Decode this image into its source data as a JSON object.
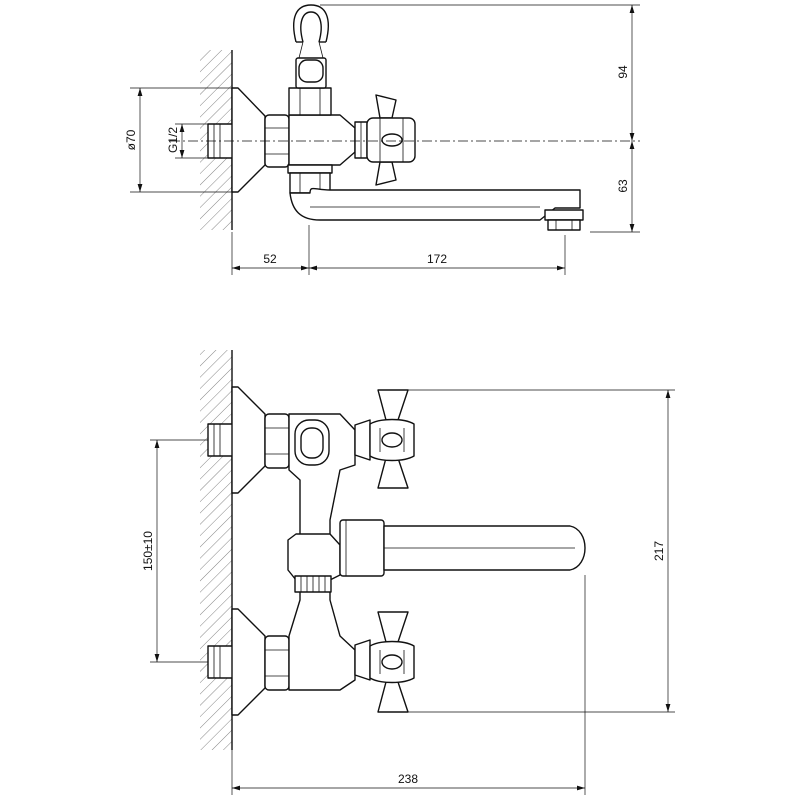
{
  "dimensions": {
    "top_view": {
      "height_to_holder": "94",
      "spout_drop": "63",
      "flange_diameter": "ø70",
      "thread": "G1/2",
      "wall_offset": "52",
      "spout_reach": "172"
    },
    "front_view": {
      "inlet_spacing": "150±10",
      "overall_height": "217",
      "overall_width": "238"
    }
  }
}
